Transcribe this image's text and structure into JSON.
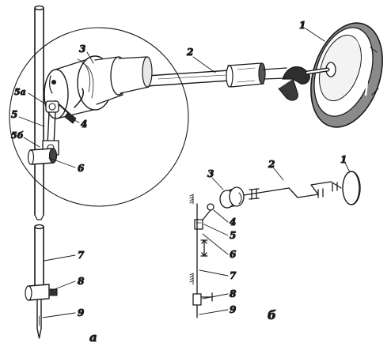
{
  "figure_a": {
    "caption": "а",
    "labels": {
      "l1": "1",
      "l2": "2",
      "l3": "3",
      "l4": "4",
      "l5a": "5а",
      "l5": "5",
      "l5b": "5б",
      "l6": "6",
      "l7": "7",
      "l8": "8",
      "l9": "9"
    }
  },
  "figure_b": {
    "caption": "б",
    "labels": {
      "l1": "1",
      "l2": "2",
      "l3": "3",
      "l4": "4",
      "l5": "5",
      "l6": "6",
      "l7": "7",
      "l8": "8",
      "l9": "9"
    }
  }
}
